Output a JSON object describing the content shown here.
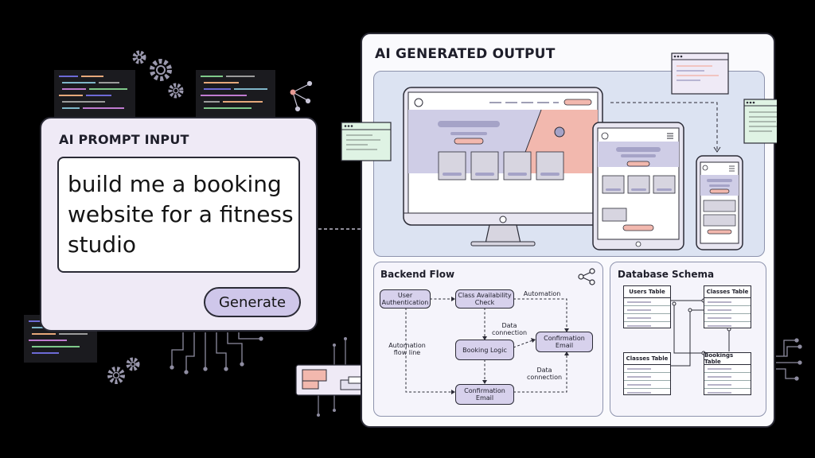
{
  "prompt": {
    "title": "AI PROMPT INPUT",
    "text": "build me a booking website for a fitness studio",
    "button": "Generate"
  },
  "output": {
    "title": "AI GENERATED OUTPUT",
    "backend": {
      "title": "Backend Flow",
      "nodes": {
        "user_auth": "User Authentication",
        "class_availability": "Class Availability Check",
        "booking_logic": "Booking Logic",
        "confirmation_email_right": "Confirmation Email",
        "confirmation_email_bottom": "Confirmation Email"
      },
      "edge_labels": {
        "automation": "Automation",
        "data_connection_1": "Data connection",
        "automation_flow_line": "Automation flow line",
        "data_connection_2": "Data connection"
      }
    },
    "schema": {
      "title": "Database Schema",
      "tables": [
        "Users Table",
        "Classes Table",
        "Classes Table",
        "Bookings Table"
      ]
    }
  },
  "colors": {
    "background": "#000000",
    "card": "#efeaf6",
    "accent_lavender": "#cfc7ea",
    "accent_salmon": "#f2b8ae",
    "accent_green": "#dff3e4",
    "outline": "#2b2b36"
  }
}
